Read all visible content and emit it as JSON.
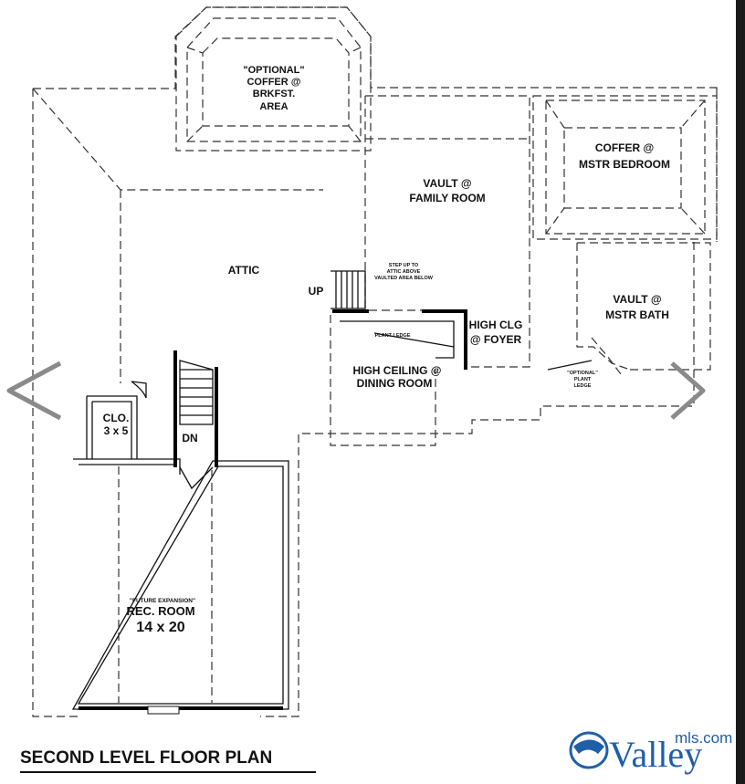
{
  "rooms": {
    "breakfast": [
      "\"OPTIONAL\"",
      "COFFER @",
      "BRKFST.",
      "AREA"
    ],
    "family": [
      "VAULT @",
      "FAMILY ROOM"
    ],
    "master_bedroom": [
      "COFFER @",
      "MSTR BEDROOM"
    ],
    "attic": "ATTIC",
    "up": "UP",
    "step_note": [
      "STEP UP TO",
      "ATTIC ABOVE",
      "VAULTED AREA BELOW"
    ],
    "foyer": [
      "HIGH CLG",
      "@ FOYER"
    ],
    "master_bath": [
      "VAULT @",
      "MSTR BATH"
    ],
    "plant_ledge": "PLANT LEDGE",
    "dining": [
      "HIGH CEILING @",
      "DINING ROOM"
    ],
    "optional_ledge": [
      "\"OPTIONAL\"",
      "PLANT",
      "LEDGE"
    ],
    "closet": [
      "CLO.",
      "3 x 5"
    ],
    "down": "DN",
    "rec_room": [
      "\"FUTURE EXPANSION\"",
      "REC. ROOM",
      "14 x 20"
    ]
  },
  "title": "SECOND LEVEL FLOOR PLAN",
  "logo": {
    "main": "Valley",
    "suffix": "mls.com"
  },
  "nav": {
    "prev": "previous-image",
    "next": "next-image"
  },
  "colors": {
    "logo_blue": "#1f5fa8",
    "arrow_gray": "#8a8a8a",
    "right_bar": "#1a1a1a"
  }
}
